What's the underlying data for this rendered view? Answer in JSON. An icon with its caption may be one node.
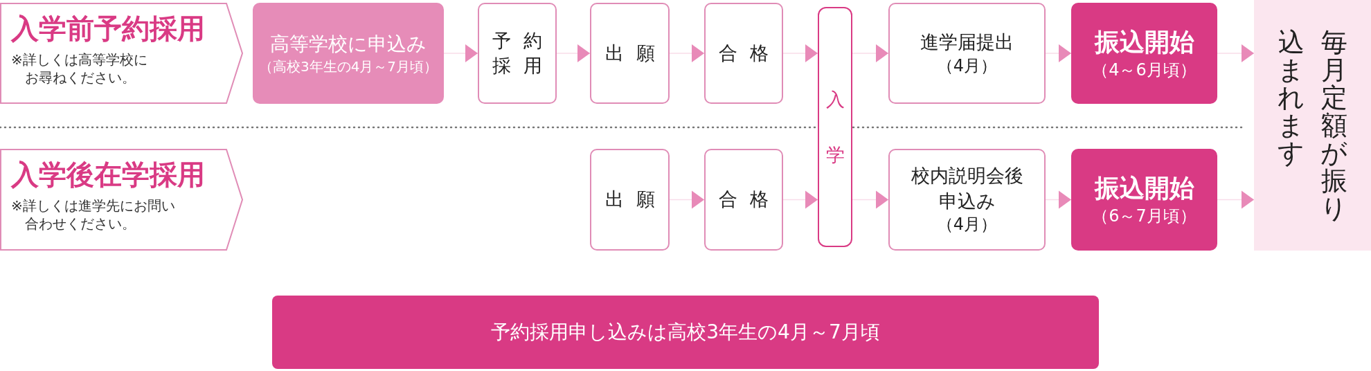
{
  "diagram": {
    "nodes": [
      {
        "text": [
          "入学前予約採用",
          "※詳しくは高等学校にお尋ねください。"
        ]
      },
      {
        "text": [
          "高等学校に申込み",
          "（高校3年生の4月～7月頃）"
        ]
      },
      {
        "text": [
          "予約採用"
        ]
      },
      {
        "text": [
          "出願"
        ]
      },
      {
        "text": [
          "合格"
        ]
      },
      {
        "text": [
          "入学"
        ]
      },
      {
        "text": [
          "進学届提出",
          "（4月）"
        ]
      },
      {
        "text": [
          "振込開始",
          "（4～6月頃）"
        ]
      },
      {
        "text": [
          "毎月定額が振り込まれます"
        ]
      },
      {
        "text": [
          "入学後在学採用",
          "※詳しくは進学先にお問い合わせください。"
        ]
      },
      {
        "text": [
          "出願"
        ]
      },
      {
        "text": [
          "合格"
        ]
      },
      {
        "text": [
          "校内説明会後申込み",
          "（4月）"
        ]
      },
      {
        "text": [
          "振込開始",
          "（6～7月頃）"
        ]
      },
      {
        "text": [
          "予約採用申し込みは高校3年生の4月～7月頃"
        ]
      }
    ],
    "edges": [
      {
        "from": 1,
        "to": 2,
        "arrow": "to"
      },
      {
        "from": 2,
        "to": 3,
        "arrow": "to"
      },
      {
        "from": 3,
        "to": 4,
        "arrow": "to"
      },
      {
        "from": 4,
        "to": 5,
        "arrow": "to"
      },
      {
        "from": 5,
        "to": 6,
        "arrow": "to"
      },
      {
        "from": 6,
        "to": 7,
        "arrow": "to"
      },
      {
        "from": 7,
        "to": 8,
        "arrow": "to"
      },
      {
        "from": 10,
        "to": 11,
        "arrow": "to"
      },
      {
        "from": 11,
        "to": 5,
        "arrow": "to"
      },
      {
        "from": 5,
        "to": 12,
        "arrow": "to"
      },
      {
        "from": 12,
        "to": 13,
        "arrow": "to"
      },
      {
        "from": 13,
        "to": 8,
        "arrow": "to"
      }
    ]
  }
}
